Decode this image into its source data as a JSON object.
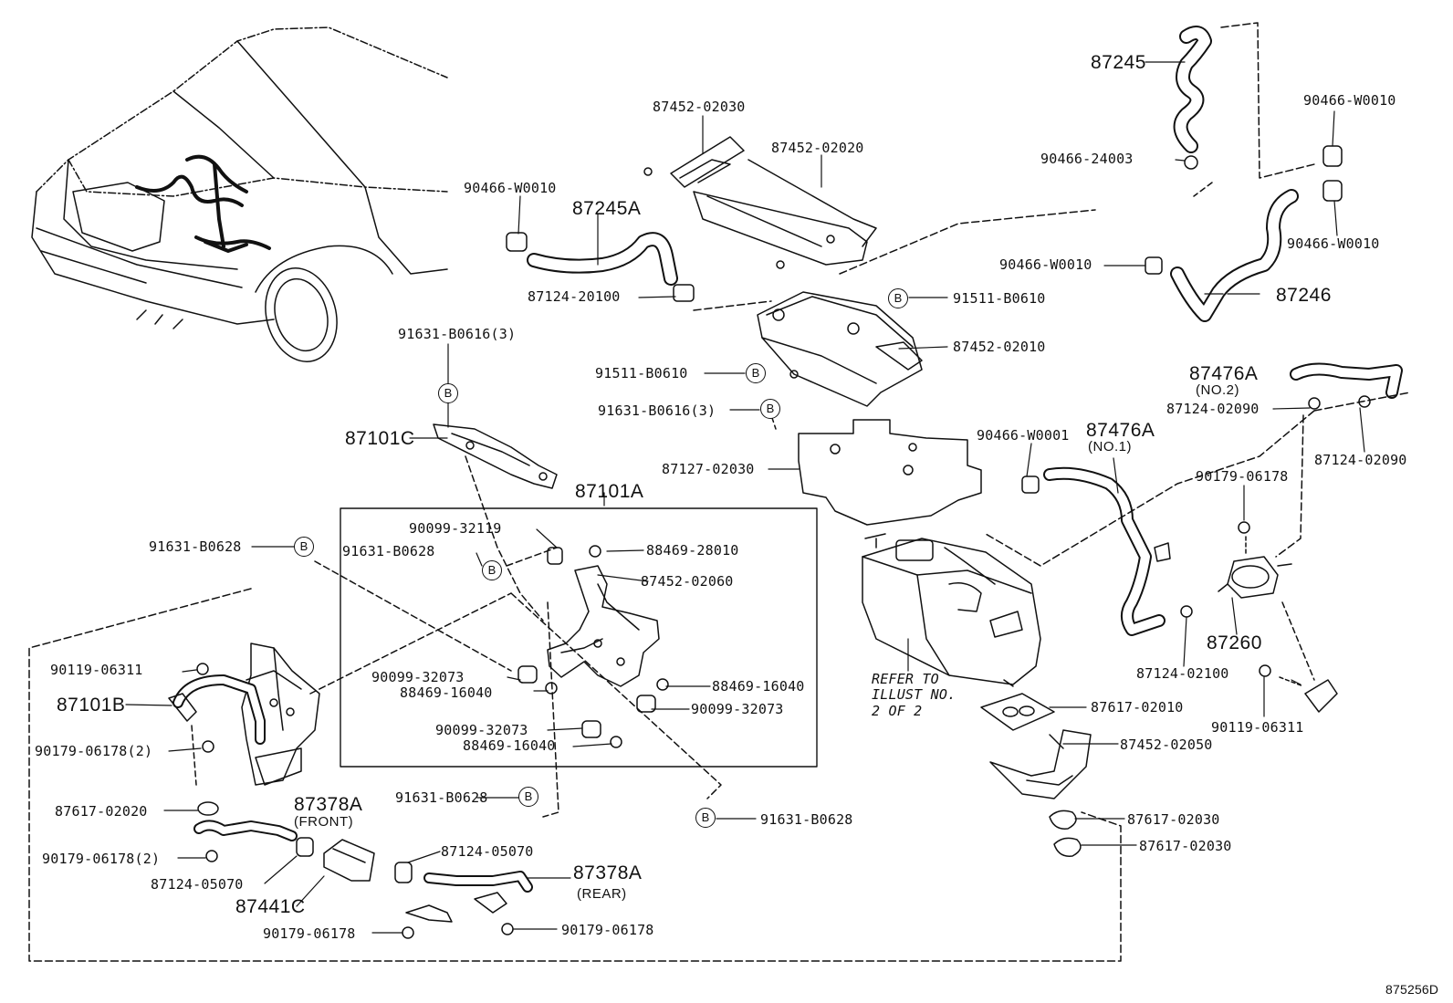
{
  "diagram_code": "875256D",
  "note_text": "REFER TO ILLUST NO. 2 OF 2",
  "callout_letter": "B",
  "parts": {
    "p87245": "87245",
    "p90466_24003": "90466-24003",
    "p90466_w0010_a": "90466-W0010",
    "p90466_w0010_b": "90466-W0010",
    "p90466_w0010_c": "90466-W0010",
    "p90466_w0010_d": "90466-W0010",
    "p87246": "87246",
    "p87452_02030": "87452-02030",
    "p87452_02020": "87452-02020",
    "p87245a": "87245A",
    "p87124_20100": "87124-20100",
    "p91511_b0610_a": "91511-B0610",
    "p91511_b0610_b": "91511-B0610",
    "p87452_02010": "87452-02010",
    "p91631_b0616_a": "91631-B0616(3)",
    "p91631_b0616_b": "91631-B0616(3)",
    "p87476a_2": "87476A",
    "p87476a_2_sub": "(NO.2)",
    "p87124_02090_a": "87124-02090",
    "p87124_02090_b": "87124-02090",
    "p87101c": "87101C",
    "p87127_02030": "87127-02030",
    "p90466_w0001": "90466-W0001",
    "p87476a_1": "87476A",
    "p87476a_1_sub": "(NO.1)",
    "p87101a": "87101A",
    "p90179_06178_a": "90179-06178",
    "p91631_b0628_a": "91631-B0628",
    "p90099_32119": "90099-32119",
    "p91631_b0628_b": "91631-B0628",
    "p88469_28010": "88469-28010",
    "p87452_02060": "87452-02060",
    "p87260": "87260",
    "p90119_06311_a": "90119-06311",
    "p90099_32073_a": "90099-32073",
    "p88469_16040_a": "88469-16040",
    "p88469_16040_b": "88469-16040",
    "p90099_32073_b": "90099-32073",
    "p87101b": "87101B",
    "p87124_02100": "87124-02100",
    "p87617_02010": "87617-02010",
    "p90119_06311_b": "90119-06311",
    "p90099_32073_c": "90099-32073",
    "p88469_16040_c": "88469-16040",
    "p90179_06178_2a": "90179-06178(2)",
    "p87452_02050": "87452-02050",
    "p91631_b0628_c": "91631-B0628",
    "p91631_b0628_d": "91631-B0628",
    "p87617_02020": "87617-02020",
    "p87378a_front": "87378A",
    "p87378a_front_sub": "(FRONT)",
    "p87617_02030_a": "87617-02030",
    "p87617_02030_b": "87617-02030",
    "p90179_06178_2b": "90179-06178(2)",
    "p87124_05070_a": "87124-05070",
    "p87124_05070_b": "87124-05070",
    "p87378a_rear": "87378A",
    "p87378a_rear_sub": "(REAR)",
    "p87441c": "87441C",
    "p90179_06178_b": "90179-06178",
    "p90179_06178_c": "90179-06178"
  }
}
